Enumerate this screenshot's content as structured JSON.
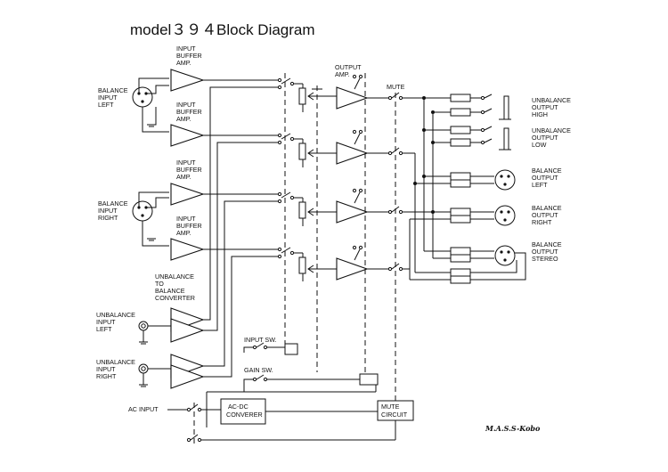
{
  "title": {
    "model": "model３９４",
    "name": "Block Diagram"
  },
  "labels": {
    "input_buffer_amp": [
      "INPUT",
      "BUFFER",
      "AMP."
    ],
    "balance_input_left": [
      "BALANCE",
      "INPUT",
      "LEFT"
    ],
    "balance_input_right": [
      "BALANCE",
      "INPUT",
      "RIGHT"
    ],
    "unbalance_to_balance": [
      "UNBALANCE",
      "TO",
      "BALANCE",
      "CONVERTER"
    ],
    "unbalance_input_left": [
      "UNBALANCE",
      "INPUT",
      "LEFT"
    ],
    "unbalance_input_right": [
      "UNBALANCE",
      "INPUT",
      "RIGHT"
    ],
    "output_amp": [
      "OUTPUT",
      "AMP."
    ],
    "mute": "MUTE",
    "unbalance_output_high": [
      "UNBALANCE",
      "OUTPUT",
      "HIGH"
    ],
    "unbalance_output_low": [
      "UNBALANCE",
      "OUTPUT",
      "LOW"
    ],
    "balance_output_left": [
      "BALANCE",
      "OUTPUT",
      "LEFT"
    ],
    "balance_output_right": [
      "BALANCE",
      "OUTPUT",
      "RIGHT"
    ],
    "balance_output_stereo": [
      "BALANCE",
      "OUTPUT",
      "STEREO"
    ],
    "input_sw": "INPUT SW.",
    "gain_sw": "GAIN SW.",
    "ac_input": "AC INPUT",
    "acdc_converter": [
      "AC-DC",
      "CONVERER"
    ],
    "mute_circuit": [
      "MUTE",
      "CIRCUIT"
    ],
    "signature": "M.A.S.S-Kobo"
  }
}
